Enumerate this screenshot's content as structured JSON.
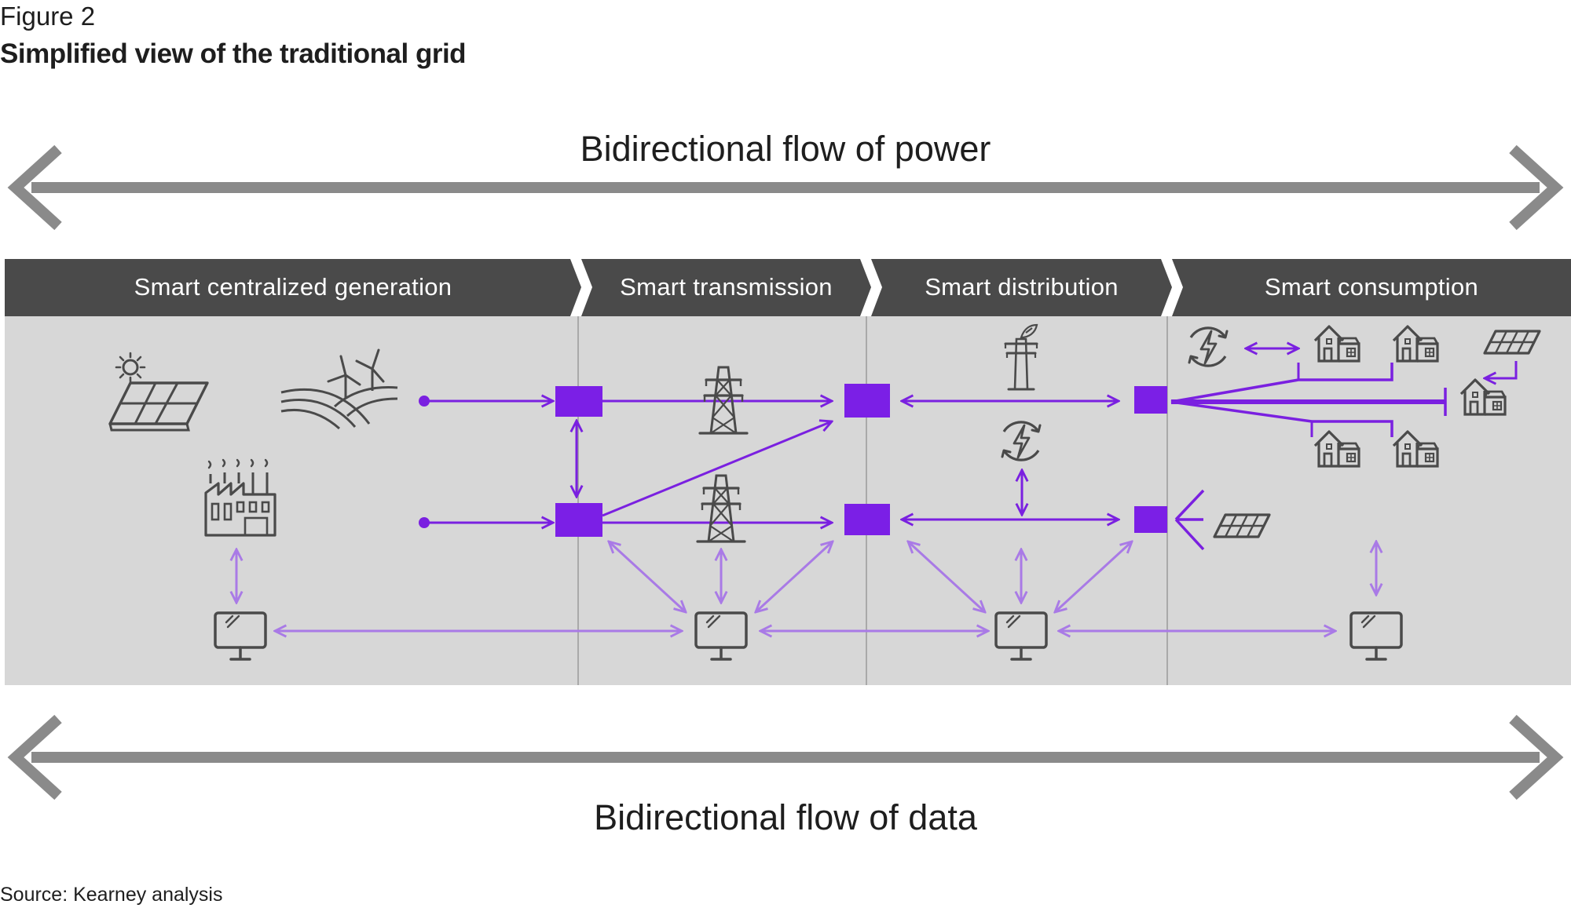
{
  "figure": {
    "label": "Figure 2",
    "title": "Simplified view of the traditional grid"
  },
  "flows": {
    "power": "Bidirectional flow of power",
    "data": "Bidirectional flow of data"
  },
  "stages": [
    "Smart centralized generation",
    "Smart transmission",
    "Smart distribution",
    "Smart consumption"
  ],
  "source": "Source: Kearney analysis",
  "colors": {
    "header": "#4a4a4a",
    "panel": "#d7d7d7",
    "power_line": "#7a20e0",
    "node": "#7b1fe6",
    "data_line": "#a97ae6",
    "big_arrow": "#8a8a8a",
    "icon": "#4a4a4a"
  },
  "icons": [
    "solar-panel-icon",
    "wind-farm-icon",
    "factory-icon",
    "transmission-tower-icon",
    "distribution-pole-icon",
    "renewable-energy-icon",
    "house-icon",
    "computer-monitor-icon"
  ]
}
